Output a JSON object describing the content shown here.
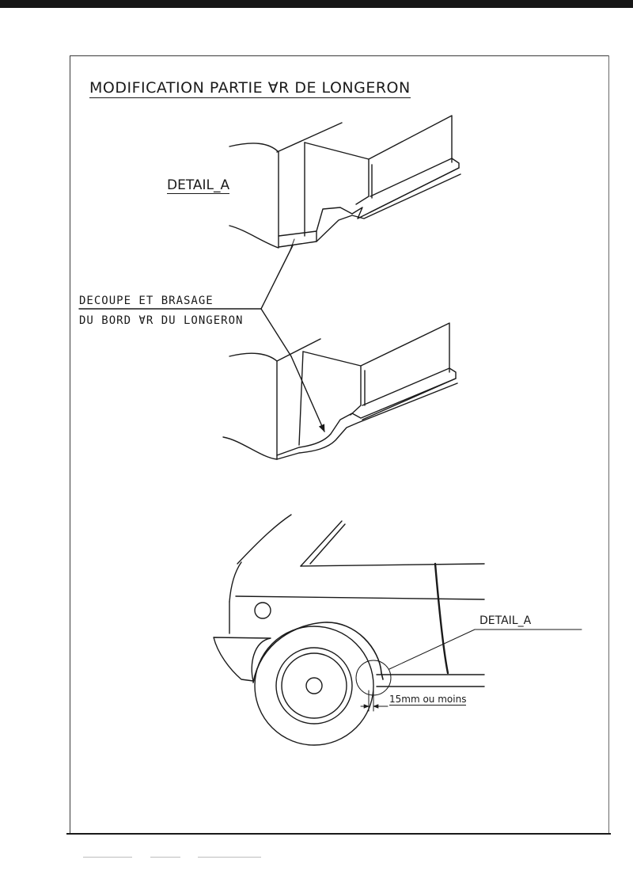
{
  "title": "MODIFICATION PARTIE ⱯR DE LONGERON",
  "detail_a_label": "DETAIL_A",
  "note": {
    "line1": "DECOUPE ET BRASAGE",
    "line2": "DU BORD ⱯR DU LONGERON"
  },
  "car_view": {
    "detail_label": "DETAIL_A",
    "dimension_label": "15mm ou moins"
  }
}
